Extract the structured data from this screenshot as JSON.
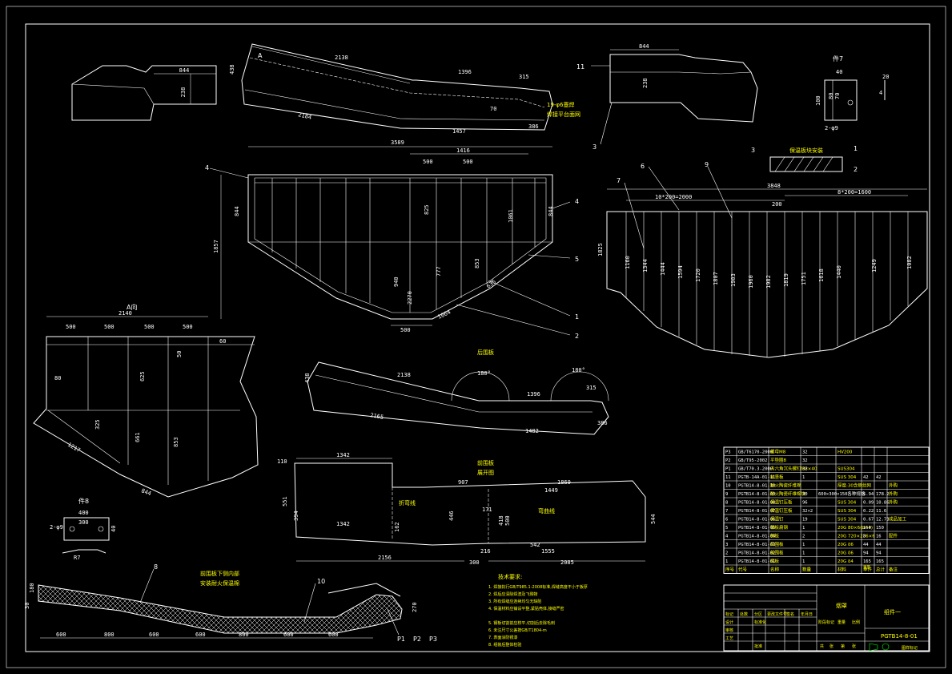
{
  "drawing": {
    "views": {
      "top_left_view": {
        "dim_width": "844",
        "dim_height": "238"
      },
      "top_center_view": {
        "label": "A",
        "dims": [
          "2138",
          "1396",
          "315",
          "438",
          "2184",
          "1457",
          "386",
          "70"
        ],
        "note_line1": "19-φ6塞焊",
        "note_line2": "焊接平台面网"
      },
      "top_right_view": {
        "dim_width": "844",
        "dim_height": "238",
        "callout_top": "11",
        "callout_bottom": "3"
      },
      "detail_small": {
        "title": "件7",
        "dims": [
          "40",
          "70",
          "80",
          "100",
          "20",
          "4"
        ],
        "hole_note": "2-φ9"
      },
      "front_view": {
        "dims": [
          "3589",
          "1416",
          "500",
          "500",
          "844",
          "825",
          "1061",
          "844",
          "1857",
          "940",
          "777",
          "853",
          "635",
          "2270",
          "1064",
          "500"
        ],
        "callouts": [
          "4",
          "4",
          "5",
          "1",
          "2"
        ]
      },
      "side_view": {
        "section_title": "保温板块安装",
        "dims": [
          "3848",
          "10*200=2000",
          "8*200=1600",
          "200",
          "1825"
        ],
        "rib_dims": [
          "1160",
          "1344",
          "1444",
          "1594",
          "1720",
          "1807",
          "1903",
          "1960",
          "1982",
          "1819",
          "1751",
          "1618",
          "1440",
          "1249",
          "1082"
        ],
        "callouts": [
          "7",
          "6",
          "9",
          "3",
          "1",
          "2"
        ]
      },
      "a_view": {
        "label": "A向",
        "dims": [
          "2140",
          "500",
          "500",
          "500",
          "500",
          "60",
          "50",
          "625",
          "80",
          "325",
          "661",
          "853",
          "1217",
          "844"
        ]
      },
      "rear_plate": {
        "title": "后围板",
        "dims": [
          "2138",
          "1396",
          "315",
          "438",
          "2165",
          "1482",
          "386",
          "180°",
          "180°"
        ]
      },
      "detail_8": {
        "title": "件8",
        "dims": [
          "400",
          "300",
          "40",
          "2-φ9",
          "R7"
        ]
      },
      "front_plate": {
        "title_line1": "前围板",
        "title_line2": "展开图",
        "dims": [
          "1342",
          "110",
          "551",
          "394",
          "1342",
          "907",
          "1449",
          "1869",
          "171",
          "418",
          "500",
          "446",
          "542",
          "216",
          "1555",
          "2156",
          "300",
          "2085",
          "544",
          "162"
        ],
        "bend_labels": [
          "折弯线",
          "弯曲线"
        ]
      },
      "bottom_section": {
        "note_line1": "前围板下侧内部",
        "note_line2": "安装耐火保温棉",
        "dims": [
          "600",
          "800",
          "600",
          "600",
          "800",
          "600",
          "600",
          "180",
          "270",
          "30"
        ],
        "callouts": [
          "8",
          "10"
        ],
        "plate_tags": [
          "P1",
          "P2",
          "P3"
        ]
      }
    },
    "tech_notes": {
      "title": "技术要求:",
      "lines": [
        "1. 焊接执行GB/T985.1-2008标准,焊缝高度不小于板厚",
        "2. 焊后应清除焊渣及飞溅物",
        "3. 所有焊缝应连续均匀无缺陷",
        "4. 保温材料应铺设平整,紧贴壳体,接缝严密",
        "",
        "5. 钢板切割前应校平,切割后去除毛刺",
        "6. 未注尺寸公差按GB/T1804-m",
        "7. 表面涂防锈漆",
        "8. 组装后整体检验"
      ]
    },
    "bom": {
      "rows": [
        [
          "P3",
          "GB/T6170-2000",
          "螺母M8",
          "32",
          "",
          "HV200",
          "",
          "",
          ""
        ],
        [
          "P2",
          "GB/T95-2002",
          "平垫圈8",
          "32",
          "",
          "",
          "",
          "",
          ""
        ],
        [
          "P1",
          "GB/T70.3-2000",
          "内六角沉头螺钉M8×40",
          "32",
          "",
          "SUS304",
          "",
          "",
          ""
        ],
        [
          "11",
          "PGTB-14A-01-11",
          "前竖板",
          "1",
          "",
          "SUS 304",
          "42",
          "42",
          ""
        ],
        [
          "10",
          "PGTB14-8-01-10",
          "耐火陶瓷纤维棉",
          "",
          "",
          "厚度:30含钢丝网",
          "",
          "",
          "外购"
        ],
        [
          "9",
          "PGTB14-8-01-09",
          "耐火陶瓷纤维棉块",
          "30",
          "600×300×150各种规格",
          "",
          "5.94",
          "178.2",
          "外购"
        ],
        [
          "8",
          "PGTB14-8-01-08",
          "保温钉压板",
          "96",
          "",
          "SUS 304",
          "0.09",
          "10.86",
          "外购"
        ],
        [
          "7",
          "PGTB14-8-01-07",
          "保温钉压板",
          "32×2",
          "",
          "SUS 304",
          "0.22",
          "11.6",
          ""
        ],
        [
          "6",
          "PGTB14-8-01-06",
          "保温钉",
          "19",
          "",
          "SUS 304",
          "0.67",
          "12.73",
          "成品加工"
        ],
        [
          "5",
          "PGTB14-8-01-05",
          "钢板扁钢",
          "1",
          "",
          "20G 80×6(b=4)",
          "150",
          "150",
          ""
        ],
        [
          "4",
          "PGTB14-8-01-04",
          "侧板",
          "2",
          "",
          "20G 720×236×6",
          "8",
          "16",
          "配件"
        ],
        [
          "3",
          "PGTB14-8-01-03",
          "后围板",
          "1",
          "",
          "20G δ6",
          "44",
          "44",
          ""
        ],
        [
          "2",
          "PGTB14-8-01-02",
          "前围板",
          "1",
          "",
          "20G δ6",
          "94",
          "94",
          ""
        ],
        [
          "1",
          "PGTB14-8-01-01",
          "底板",
          "1",
          "",
          "20G δ4",
          "165",
          "165",
          ""
        ]
      ],
      "header": [
        "序号",
        "代号",
        "名称",
        "数量",
        "",
        "材料",
        "单件",
        "总计",
        "备注"
      ],
      "weight_header": "重量"
    },
    "title_block": {
      "drawing_name": "烟罩",
      "assembly_name": "组件一",
      "drawing_number": "PGTB14-8-01",
      "labels": [
        "标记",
        "处数",
        "分区",
        "更改文件号",
        "签名",
        "年月日",
        "设计",
        "审核",
        "工艺",
        "标准化",
        "批准",
        "阶段标记",
        "重量",
        "比例",
        "共",
        "张",
        "第",
        "张",
        "图样标记"
      ]
    }
  }
}
